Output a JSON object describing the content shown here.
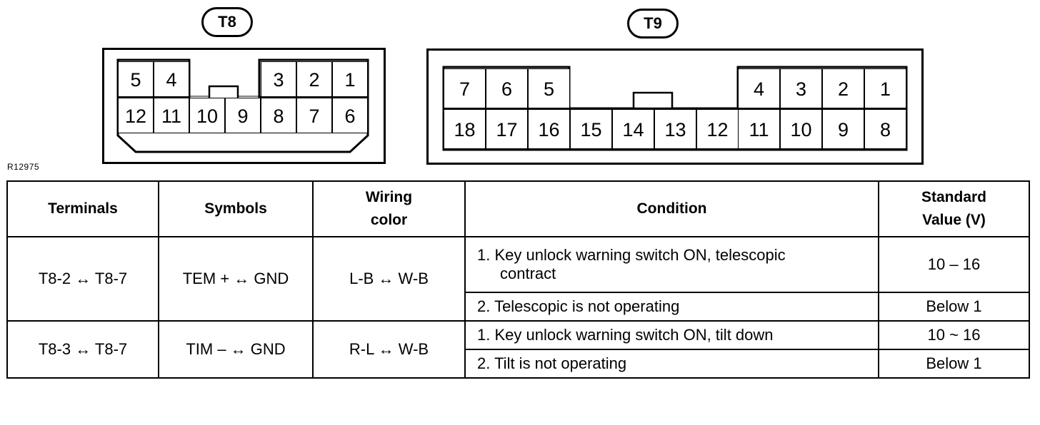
{
  "connectors": [
    {
      "label": "T8",
      "top_row": [
        "5",
        "4",
        "3",
        "2",
        "1"
      ],
      "bottom_row": [
        "12",
        "11",
        "10",
        "9",
        "8",
        "7",
        "6"
      ]
    },
    {
      "label": "T9",
      "top_row": [
        "7",
        "6",
        "5",
        "4",
        "3",
        "2",
        "1"
      ],
      "bottom_row": [
        "18",
        "17",
        "16",
        "15",
        "14",
        "13",
        "12",
        "11",
        "10",
        "9",
        "8"
      ]
    }
  ],
  "figure_code": "R12975",
  "table": {
    "headers": {
      "terminals": "Terminals",
      "symbols": "Symbols",
      "wiring_color_line1": "Wiring",
      "wiring_color_line2": "color",
      "condition": "Condition",
      "standard_value_line1": "Standard",
      "standard_value_line2": "Value (V)"
    },
    "rows": [
      {
        "terminals": "T8-2 ↔ T8-7",
        "symbols": "TEM + ↔ GND",
        "wiring": "L-B ↔ W-B",
        "conditions": [
          {
            "line1": "1. Key unlock warning switch ON, telescopic",
            "line2": "contract",
            "value": "10 – 16"
          },
          {
            "line1": "2. Telescopic is not operating",
            "value": "Below 1"
          }
        ]
      },
      {
        "terminals": "T8-3 ↔ T8-7",
        "symbols": "TIM – ↔ GND",
        "wiring": "R-L ↔ W-B",
        "conditions": [
          {
            "line1": "1. Key unlock warning switch ON, tilt down",
            "value": "10 ~ 16"
          },
          {
            "line1": "2. Tilt is not operating",
            "value": "Below 1"
          }
        ]
      }
    ]
  }
}
